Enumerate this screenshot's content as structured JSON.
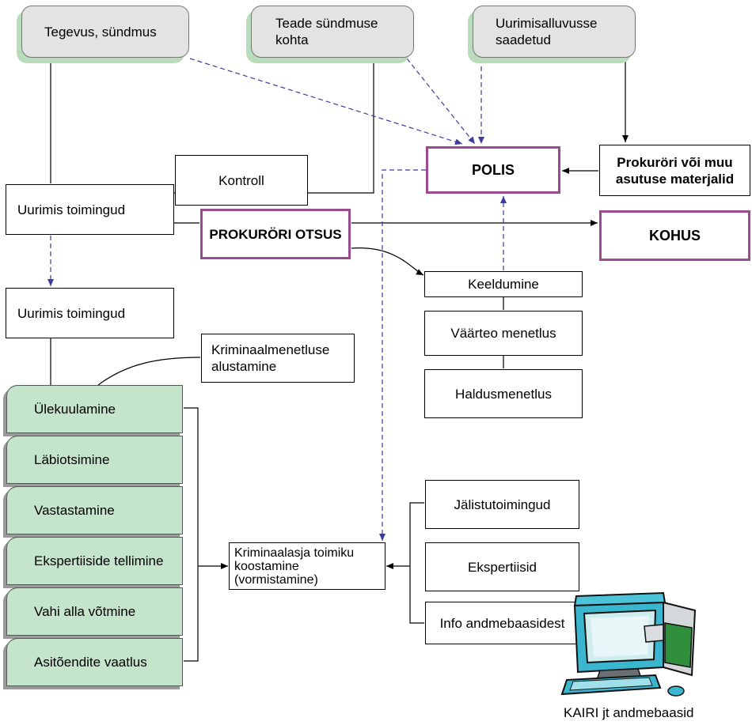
{
  "nodes": {
    "tegevus": "Tegevus, sündmus",
    "teade": "Teade sündmuse kohta",
    "uurimisalluvus": "Uurimisalluvusse saadetud",
    "polis": "POLIS",
    "prokurori_materjalid": "Prokuröri või muu asutuse materjalid",
    "kontroll": "Kontroll",
    "uurimis_toimingud_1": "Uurimis toimingud",
    "prokurori_otsus": "PROKURÖRI OTSUS",
    "kohus": "KOHUS",
    "keeldumine": "Keeldumine",
    "vaarteo_menetlus": "Väärteo menetlus",
    "haldusmenetlus": "Haldusmenetlus",
    "uurimis_toimingud_2": "Uurimis toimingud",
    "kriminaalmenetluse_alustamine": "Kriminaalmenetluse alustamine",
    "kriminaalasja_toimik": "Kriminaalasja toimiku koostamine (vormistamine)",
    "jalistutoimingud": "Jälistutoimingud",
    "ekspertiisid": "Ekspertiisid",
    "info_andmebaasidest": "Info andmebaasidest"
  },
  "actions": [
    "Ülekuulamine",
    "Läbiotsimine",
    "Vastastamine",
    "Ekspertiiside tellimine",
    "Vahi alla võtmine",
    "Asitõendite vaatlus"
  ],
  "caption": "KAIRI jt andmebaasid",
  "icons": {
    "computer": "computer-icon"
  },
  "colors": {
    "accent_border": "#9a4b8f",
    "dashed_arrow": "#3b3ba0",
    "action_fill": "#c4e4cb",
    "source_fill": "#e3e3e3"
  }
}
